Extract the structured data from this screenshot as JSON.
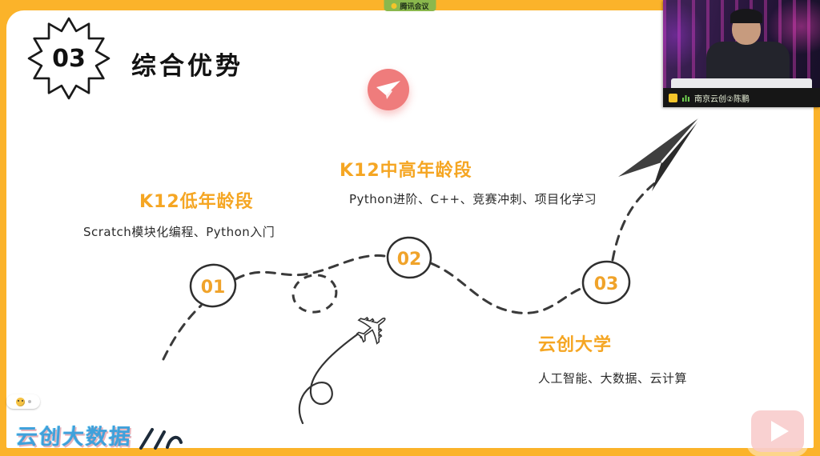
{
  "meeting": {
    "badge": {
      "label": "腾讯会议"
    },
    "webcam": {
      "participant_name": "南京云创②陈鹏"
    },
    "watermark": "云创大数据"
  },
  "slide": {
    "badge_number": "03",
    "title": "综合优势",
    "stages": [
      {
        "num": "01",
        "title": "K12低年龄段",
        "desc": "Scratch模块化编程、Python入门"
      },
      {
        "num": "02",
        "title": "K12中高年龄段",
        "desc": "Python进阶、C++、竞赛冲刺、项目化学习"
      },
      {
        "num": "03",
        "title": "云创大学",
        "desc": "人工智能、大数据、云计算"
      }
    ]
  },
  "icons": {
    "pink_badge": "paper-plane-icon",
    "journey_end": "paper-airplane-illustration",
    "doodle": "airplane-doodle"
  },
  "colors": {
    "frame_yellow": "#FBB32A",
    "accent_orange": "#F5A623",
    "plane_badge_pink": "#EF7C7C",
    "watermark_blue": "#2F9AD8",
    "path_dark": "#3A3A3A"
  }
}
